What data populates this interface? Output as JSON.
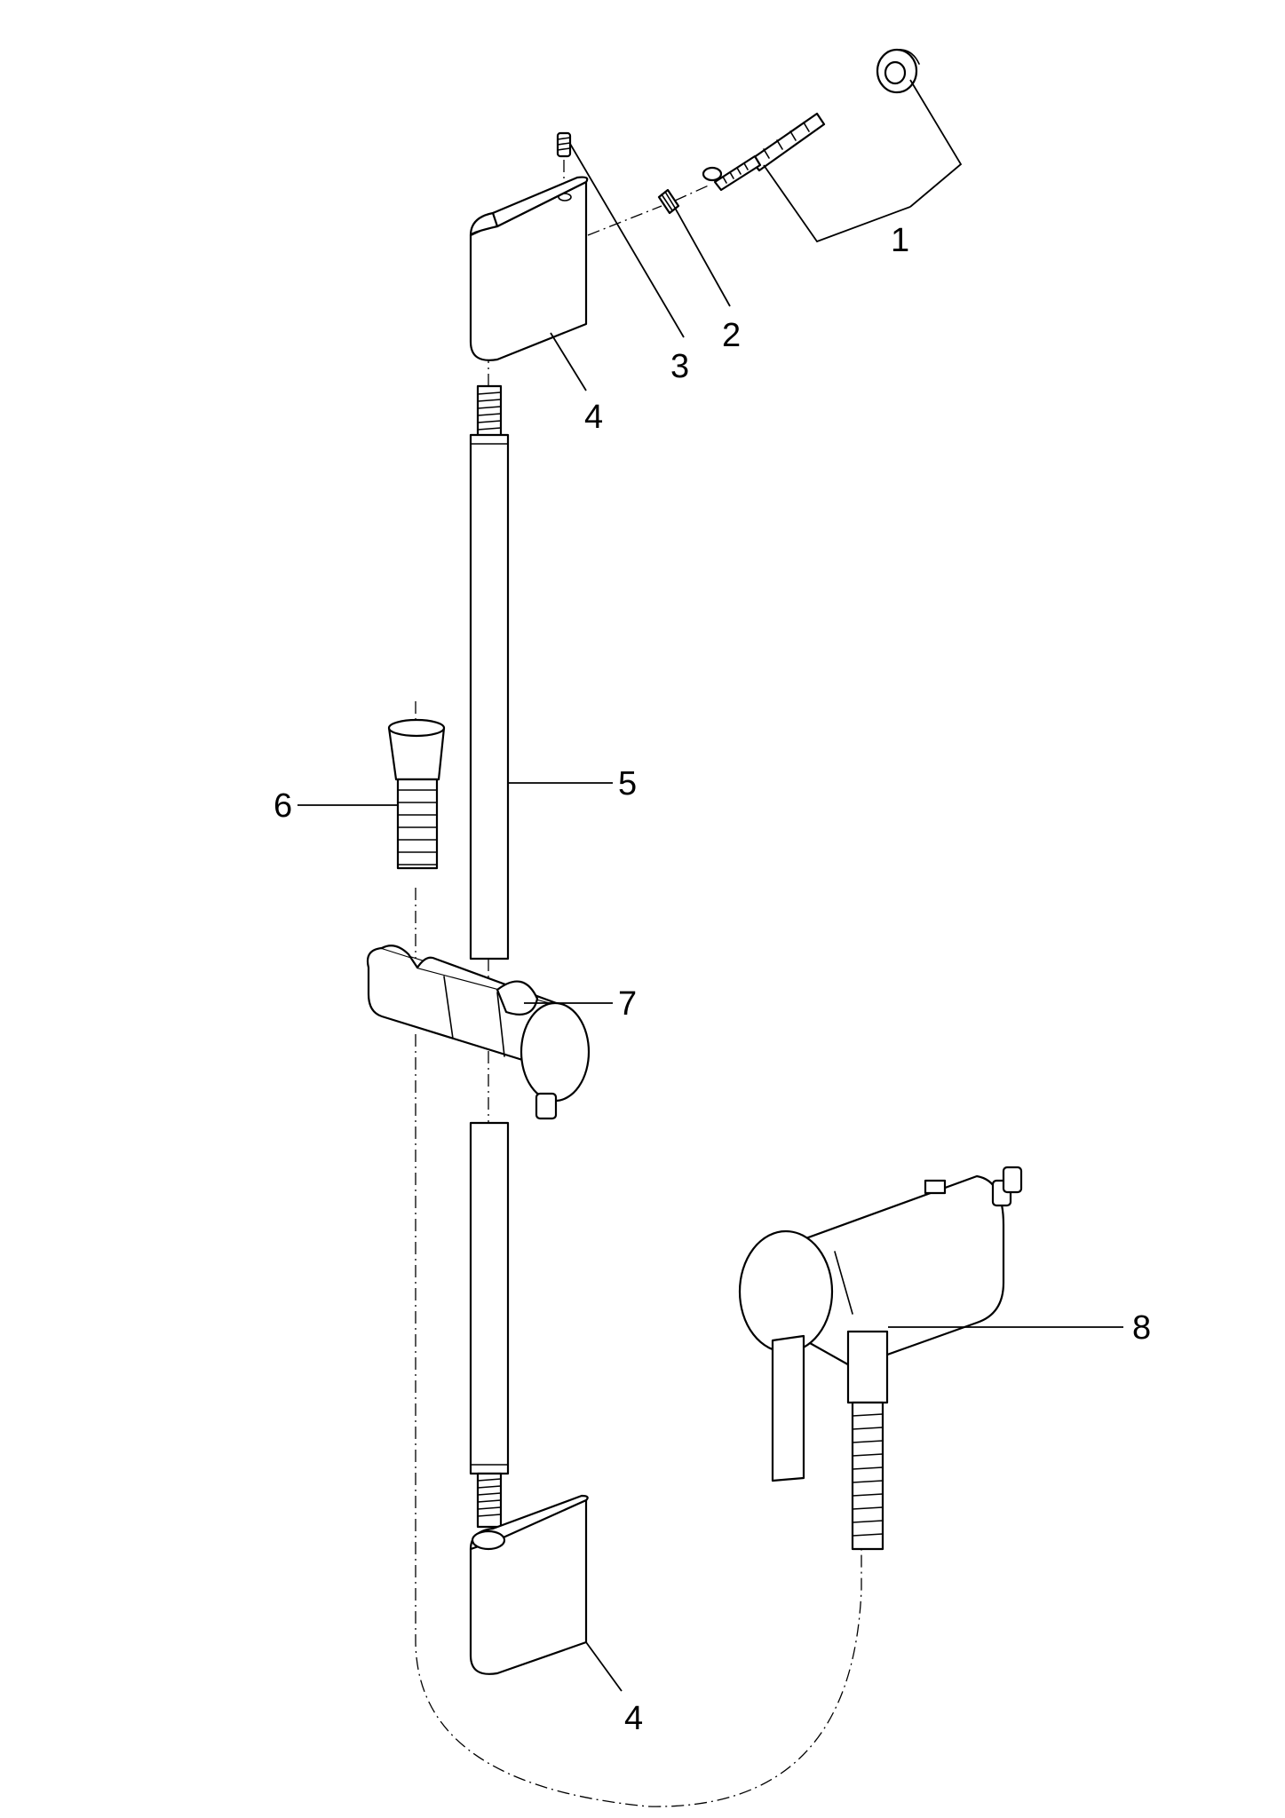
{
  "callouts": {
    "c1": "1",
    "c2": "2",
    "c3": "3",
    "c4_top": "4",
    "c4_bottom": "4",
    "c5": "5",
    "c6": "6",
    "c7": "7",
    "c8": "8"
  },
  "colors": {
    "line": "#000000",
    "background": "#ffffff"
  }
}
